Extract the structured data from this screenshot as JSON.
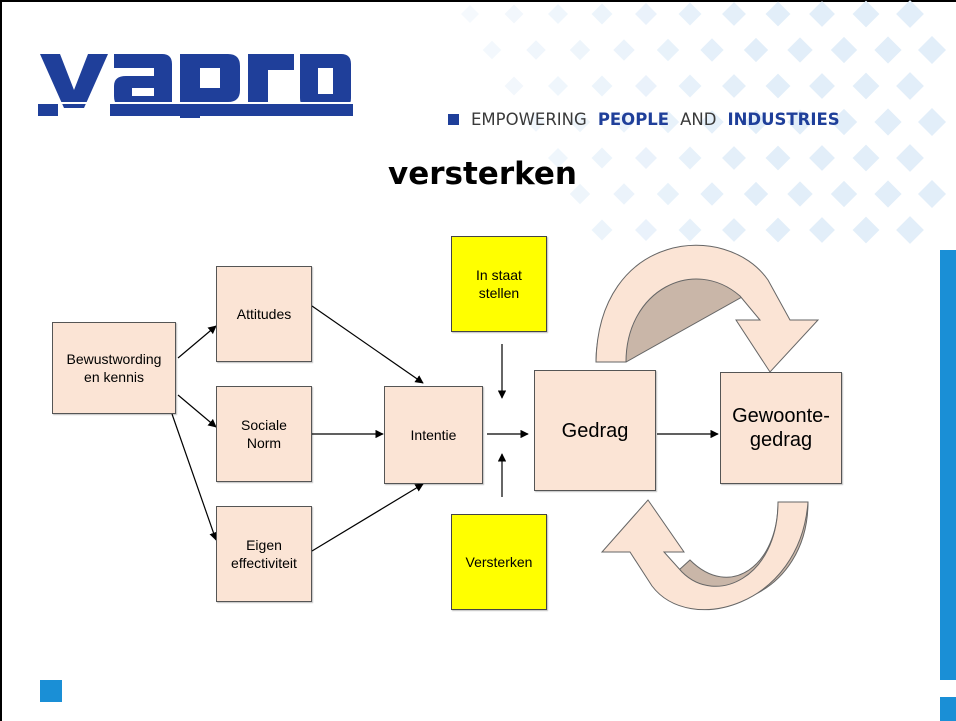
{
  "header": {
    "logo_text": "vapro",
    "tagline": {
      "part1": "EMPOWERING",
      "part2": "PEOPLE",
      "part3": "AND",
      "part4": "INDUSTRIES"
    }
  },
  "slide": {
    "title": "versterken"
  },
  "diagram": {
    "nodes": {
      "bewustwording": "Bewustwording\nen kennis",
      "attitudes": "Attitudes",
      "sociale_norm": "Sociale\nNorm",
      "eigen_effectiviteit": "Eigen\neffectiviteit",
      "intentie": "Intentie",
      "in_staat_stellen": "In staat\nstellen",
      "versterken": "Versterken",
      "gedrag": "Gedrag",
      "gewoontegedrag": "Gewoonte-\ngedrag"
    }
  },
  "colors": {
    "accent_blue": "#1a8fd6",
    "logo_blue": "#1f3f9a",
    "node_fill": "#fbe4d5",
    "highlight_fill": "#ffff00",
    "cycle_arrow_light": "#fbe4d5",
    "cycle_arrow_dark": "#c9b6a8"
  }
}
